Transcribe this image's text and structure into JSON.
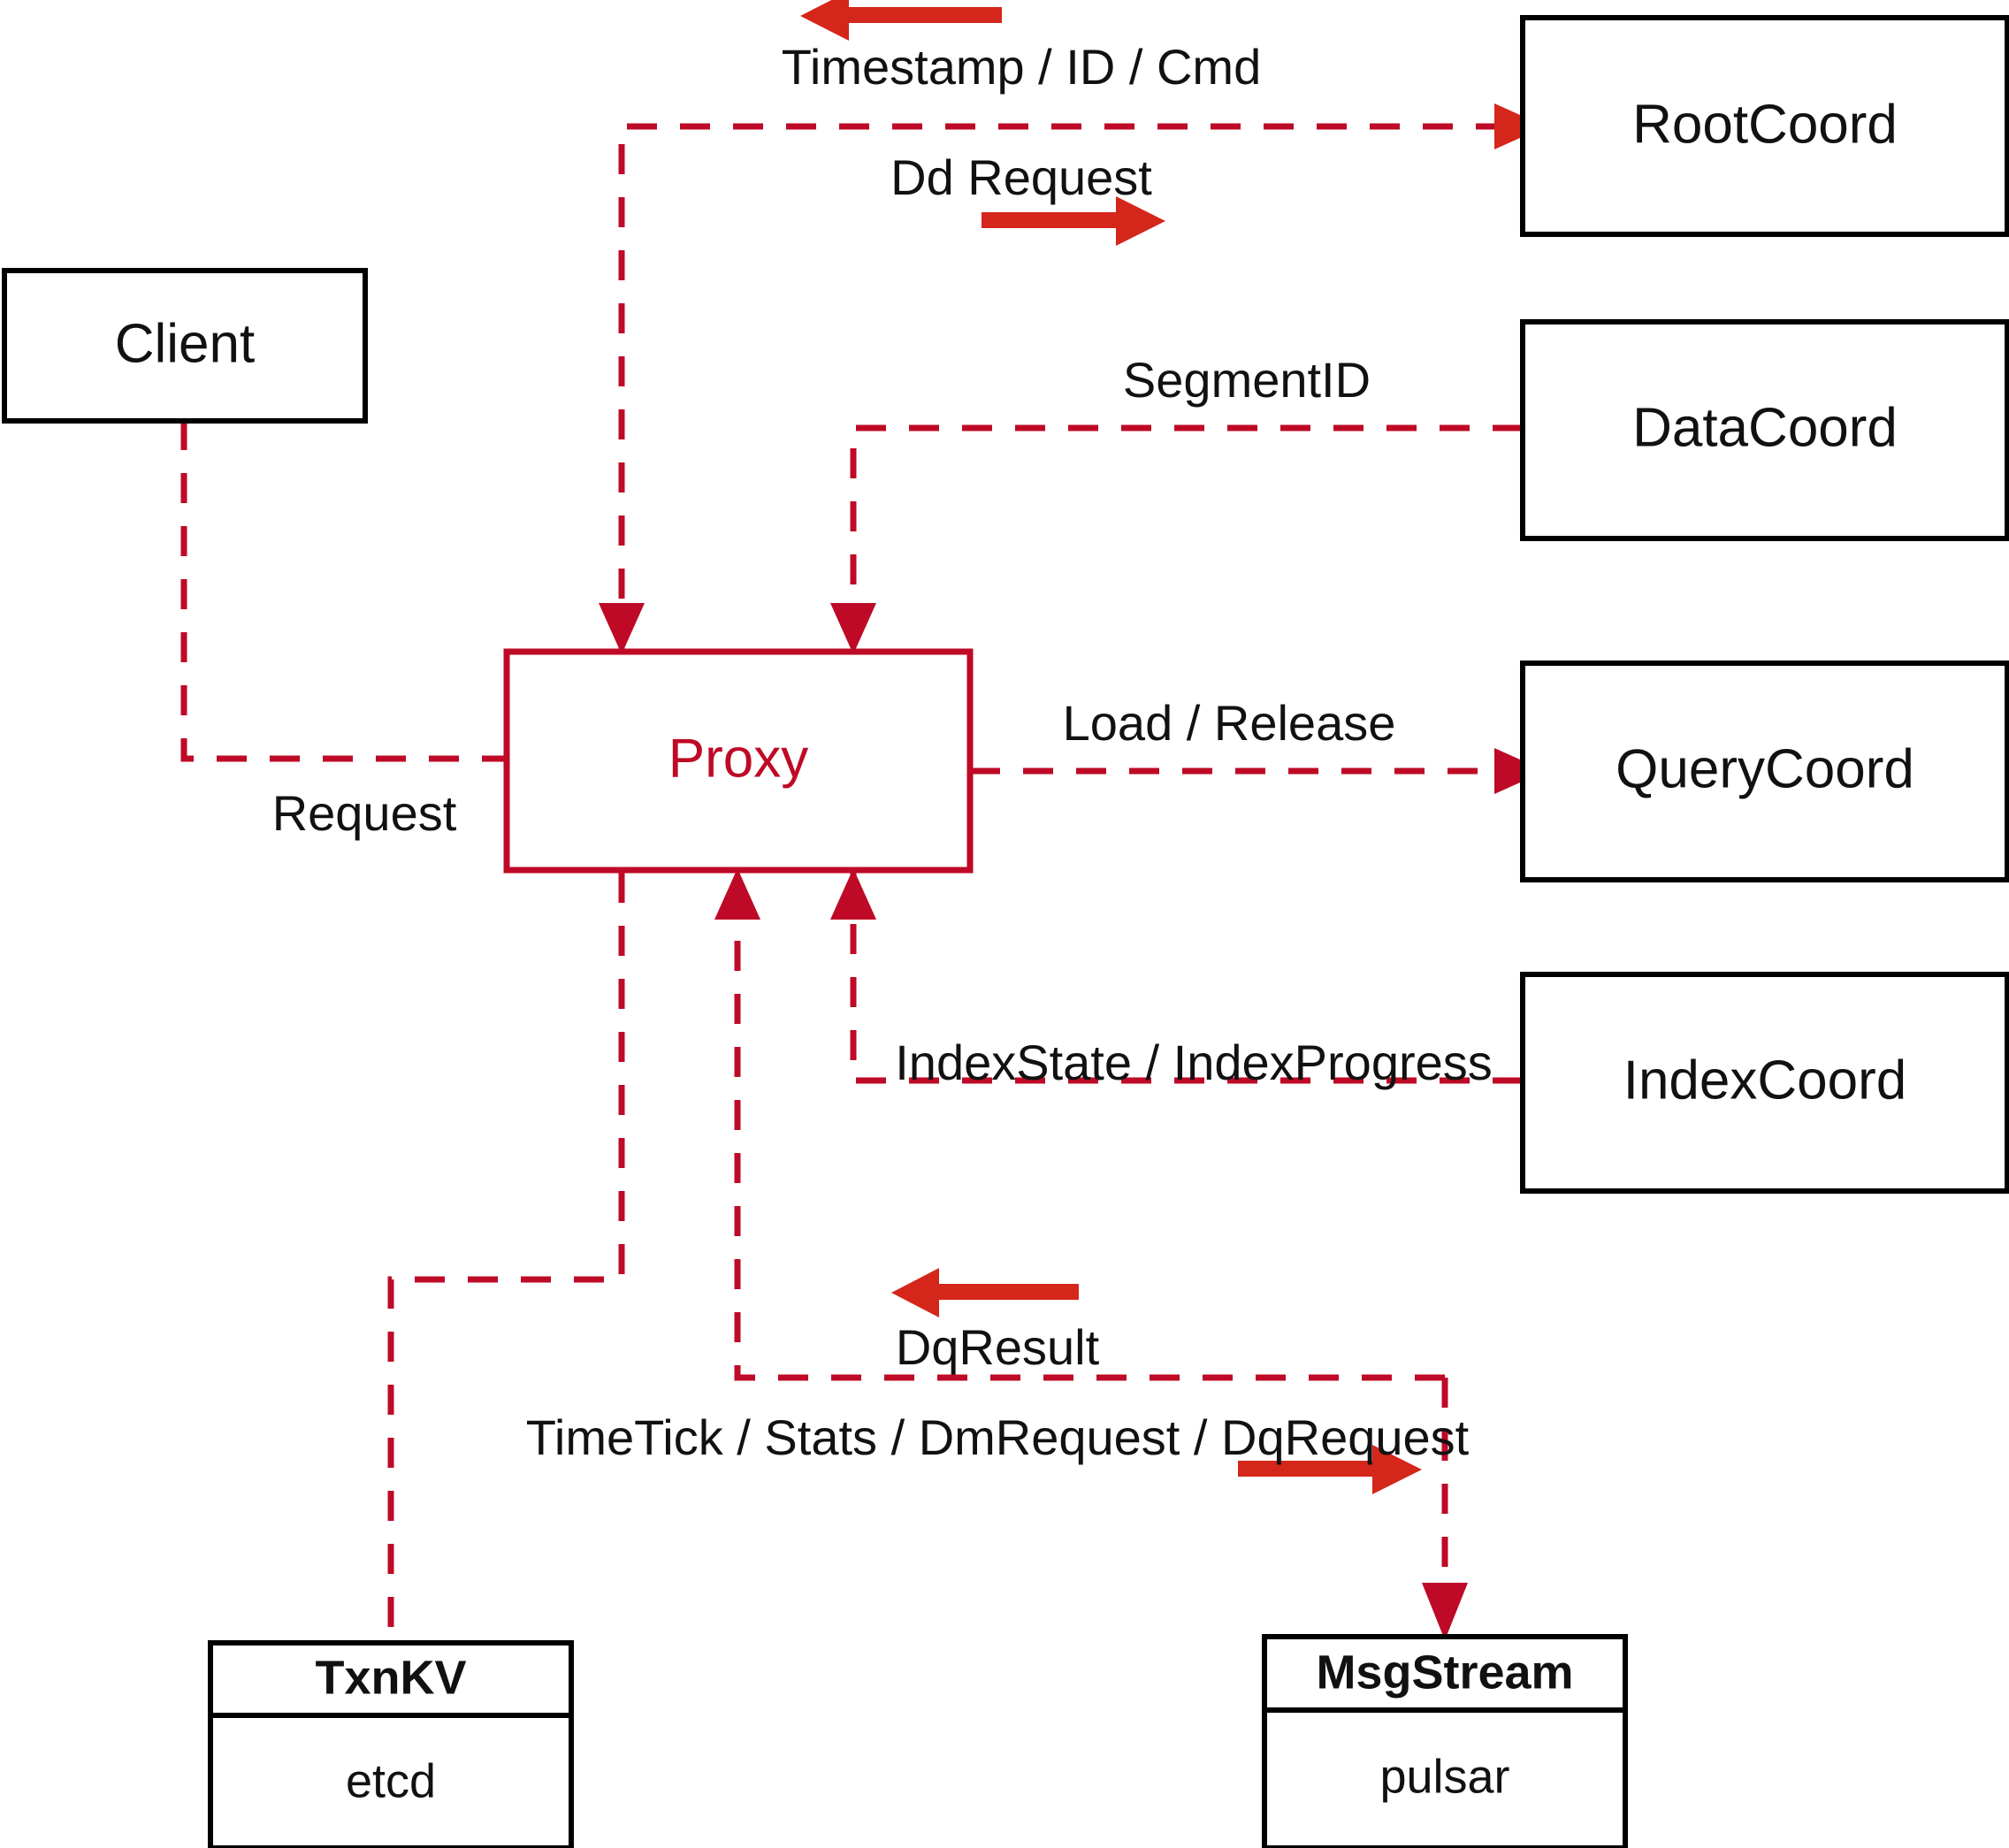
{
  "diagram": {
    "title": "Proxy interaction diagram",
    "accent_color": "#BE0A26",
    "direction_arrow_color": "#D4261A",
    "node_border_color": "#000000"
  },
  "nodes": {
    "client": {
      "label": "Client"
    },
    "proxy": {
      "label": "Proxy"
    },
    "root_coord": {
      "label": "RootCoord"
    },
    "data_coord": {
      "label": "DataCoord"
    },
    "query_coord": {
      "label": "QueryCoord"
    },
    "index_coord": {
      "label": "IndexCoord"
    },
    "txnkv": {
      "header": "TxnKV",
      "impl": "etcd"
    },
    "msgstream": {
      "header": "MsgStream",
      "impl": "pulsar"
    }
  },
  "edges": [
    {
      "id": "timestamp-id-cmd",
      "label": "Timestamp / ID / Cmd",
      "from": "root_coord",
      "to": "proxy",
      "direction": "left"
    },
    {
      "id": "dd-request",
      "label": "Dd Request",
      "from": "proxy",
      "to": "root_coord",
      "direction": "right"
    },
    {
      "id": "segment-id",
      "label": "SegmentID",
      "from": "data_coord",
      "to": "proxy",
      "direction": "left"
    },
    {
      "id": "request",
      "label": "Request",
      "from": "client",
      "to": "proxy",
      "direction": "right"
    },
    {
      "id": "load-release",
      "label": "Load / Release",
      "from": "proxy",
      "to": "query_coord",
      "direction": "right"
    },
    {
      "id": "index-state",
      "label": "IndexState / IndexProgress",
      "from": "index_coord",
      "to": "proxy",
      "direction": "left"
    },
    {
      "id": "dq-result",
      "label": "DqResult",
      "from": "msgstream",
      "to": "proxy",
      "direction": "left"
    },
    {
      "id": "timetick-stats",
      "label": "TimeTick / Stats / DmRequest / DqRequest",
      "from": "proxy",
      "to": "msgstream",
      "direction": "right"
    },
    {
      "id": "txnkv-link",
      "label": "",
      "from": "proxy",
      "to": "txnkv",
      "direction": "none"
    }
  ]
}
